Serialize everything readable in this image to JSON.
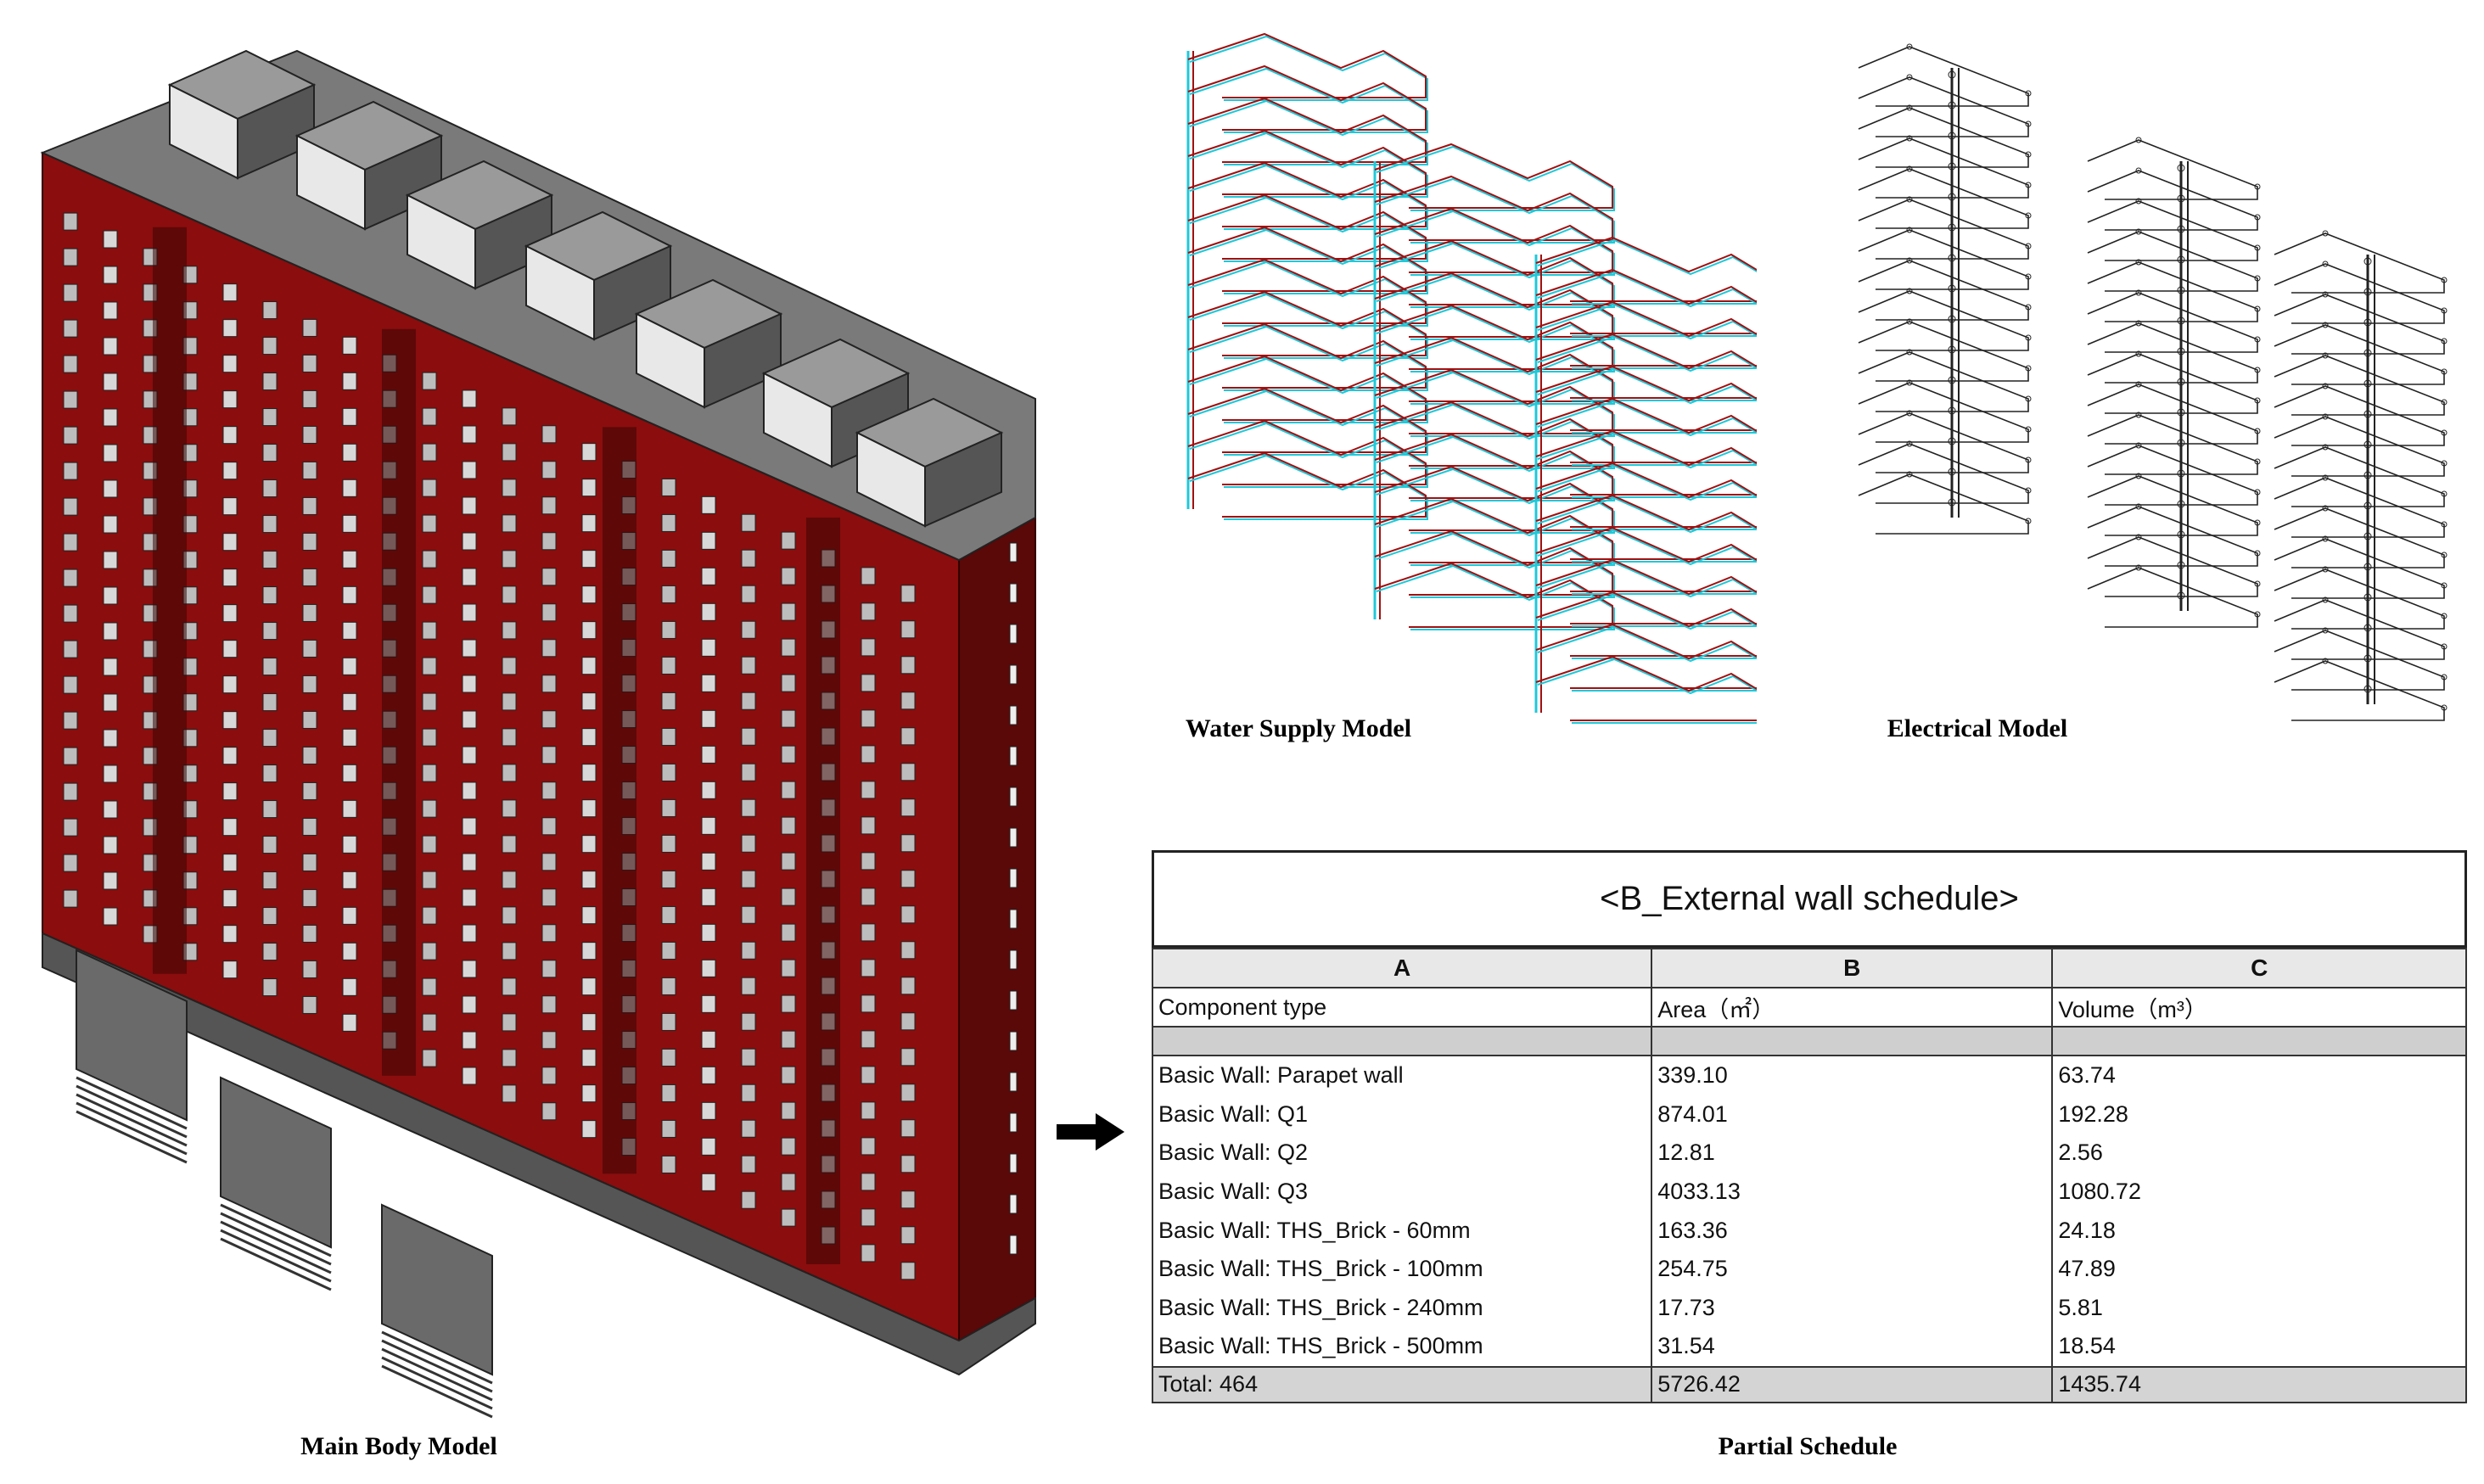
{
  "captions": {
    "main_body": "Main  Body Model",
    "water": "Water Supply  Model",
    "electrical": "Electrical Model",
    "schedule": "Partial Schedule"
  },
  "colors": {
    "wall_red": "#8b0d0d",
    "wall_dark_red": "#5a0808",
    "roof_gray": "#7a7a7a",
    "pipe_red": "#a01010",
    "pipe_cyan": "#20c8d8",
    "wire_black": "#222222"
  },
  "schedule": {
    "title": "<B_External wall schedule>",
    "column_letters": [
      "A",
      "B",
      "C"
    ],
    "headers": [
      "Component type",
      "Area（㎡）",
      "Volume（m³）"
    ],
    "rows": [
      [
        "Basic Wall: Parapet wall",
        "339.10",
        "63.74"
      ],
      [
        "Basic Wall: Q1",
        "874.01",
        "192.28"
      ],
      [
        "Basic Wall: Q2",
        "12.81",
        "2.56"
      ],
      [
        "Basic Wall: Q3",
        "4033.13",
        "1080.72"
      ],
      [
        "Basic Wall: THS_Brick - 60mm",
        "163.36",
        "24.18"
      ],
      [
        "Basic Wall: THS_Brick - 100mm",
        "254.75",
        "47.89"
      ],
      [
        "Basic Wall: THS_Brick - 240mm",
        "17.73",
        "5.81"
      ],
      [
        "Basic Wall: THS_Brick - 500mm",
        "31.54",
        "18.54"
      ]
    ],
    "total": [
      "Total: 464",
      "5726.42",
      "1435.74"
    ]
  }
}
